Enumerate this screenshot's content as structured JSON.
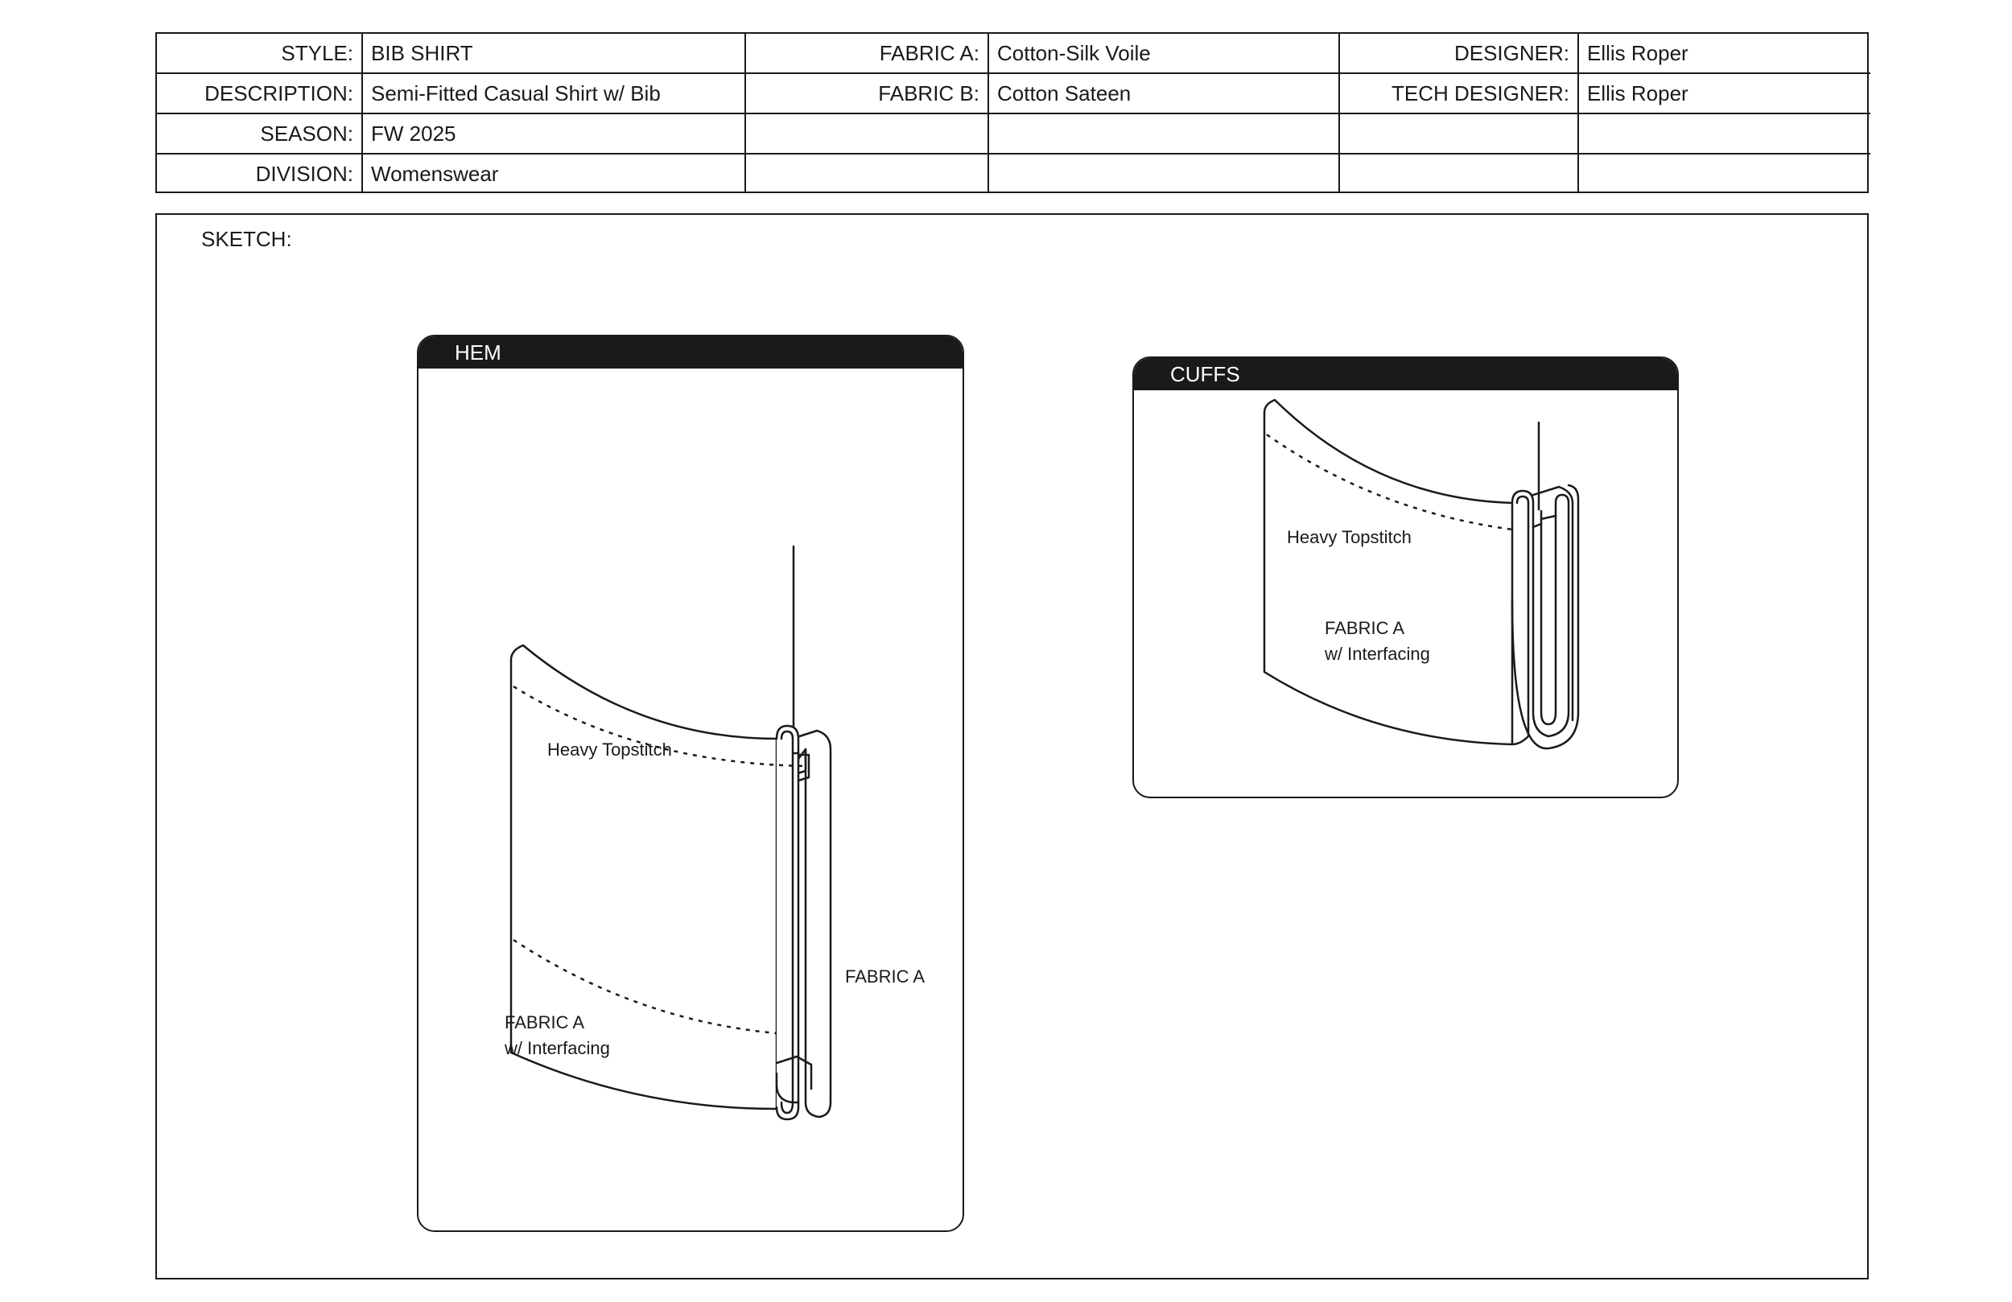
{
  "spec": {
    "rows": [
      [
        {
          "label": "STYLE:",
          "value": "BIB SHIRT"
        },
        {
          "label": "FABRIC A:",
          "value": "Cotton-Silk Voile"
        },
        {
          "label": "DESIGNER:",
          "value": "Ellis Roper"
        }
      ],
      [
        {
          "label": "DESCRIPTION:",
          "value": "Semi-Fitted Casual Shirt w/ Bib"
        },
        {
          "label": "FABRIC B:",
          "value": "Cotton Sateen"
        },
        {
          "label": "TECH DESIGNER:",
          "value": "Ellis Roper"
        }
      ],
      [
        {
          "label": "SEASON:",
          "value": "FW 2025"
        },
        {
          "label": "",
          "value": ""
        },
        {
          "label": "",
          "value": ""
        }
      ],
      [
        {
          "label": "DIVISION:",
          "value": "Womenswear"
        },
        {
          "label": "",
          "value": ""
        },
        {
          "label": "",
          "value": ""
        }
      ]
    ]
  },
  "sketch": {
    "label": "SKETCH:",
    "hem": {
      "title": "HEM",
      "callouts": {
        "topstitch": "Heavy Topstitch",
        "fabric_a": "FABRIC A",
        "fabric_interfacing_1": "FABRIC A",
        "fabric_interfacing_2": "w/ Interfacing"
      }
    },
    "cuffs": {
      "title": "CUFFS",
      "callouts": {
        "topstitch": "Heavy Topstitch",
        "fabric_interfacing_1": "FABRIC A",
        "fabric_interfacing_2": "w/ Interfacing"
      }
    }
  },
  "colors": {
    "ink": "#1a1a1a",
    "paper": "#ffffff"
  }
}
